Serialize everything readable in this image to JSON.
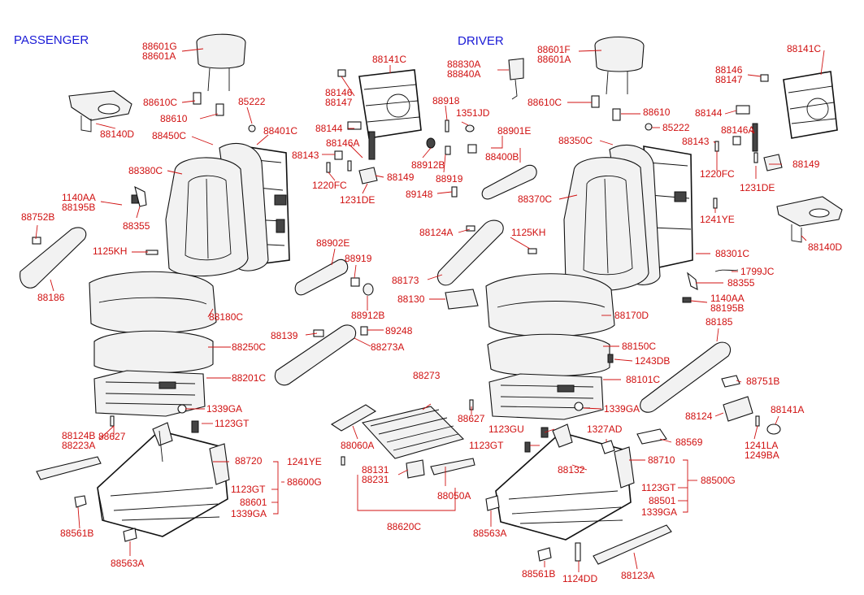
{
  "headers": {
    "passenger": "PASSENGER",
    "driver": "DRIVER"
  },
  "labels": [
    {
      "id": "p-88601g",
      "text": "88601G"
    },
    {
      "id": "p-88601a",
      "text": "88601A"
    },
    {
      "id": "p-88610c",
      "text": "88610C"
    },
    {
      "id": "p-88610",
      "text": "88610"
    },
    {
      "id": "p-85222",
      "text": "85222"
    },
    {
      "id": "p-88140d",
      "text": "88140D"
    },
    {
      "id": "p-88450c",
      "text": "88450C"
    },
    {
      "id": "p-88401c",
      "text": "88401C"
    },
    {
      "id": "p-88380c",
      "text": "88380C"
    },
    {
      "id": "p-1140aa",
      "text": "1140AA"
    },
    {
      "id": "p-88195b",
      "text": "88195B"
    },
    {
      "id": "p-88355",
      "text": "88355"
    },
    {
      "id": "p-88752b",
      "text": "88752B"
    },
    {
      "id": "p-1125kh",
      "text": "1125KH"
    },
    {
      "id": "p-88186",
      "text": "88186"
    },
    {
      "id": "p-88180c",
      "text": "88180C"
    },
    {
      "id": "p-88250c",
      "text": "88250C"
    },
    {
      "id": "p-88201c",
      "text": "88201C"
    },
    {
      "id": "p-1339ga",
      "text": "1339GA"
    },
    {
      "id": "p-1123gt",
      "text": "1123GT"
    },
    {
      "id": "p-88124b",
      "text": "88124B"
    },
    {
      "id": "p-88223a",
      "text": "88223A"
    },
    {
      "id": "p-88627",
      "text": "88627"
    },
    {
      "id": "p-88720",
      "text": "88720"
    },
    {
      "id": "p-1241ye",
      "text": "1241YE"
    },
    {
      "id": "p-88600g",
      "text": "88600G"
    },
    {
      "id": "p-1123gt-b",
      "text": "1123GT"
    },
    {
      "id": "p-88601",
      "text": "88601"
    },
    {
      "id": "p-1339ga-b",
      "text": "1339GA"
    },
    {
      "id": "p-88561b",
      "text": "88561B"
    },
    {
      "id": "p-88563a",
      "text": "88563A"
    },
    {
      "id": "c-88141c",
      "text": "88141C"
    },
    {
      "id": "c-88146",
      "text": "88146"
    },
    {
      "id": "c-88147",
      "text": "88147"
    },
    {
      "id": "c-88144",
      "text": "88144"
    },
    {
      "id": "c-88146a",
      "text": "88146A"
    },
    {
      "id": "c-88143",
      "text": "88143"
    },
    {
      "id": "c-1220fc",
      "text": "1220FC"
    },
    {
      "id": "c-88149",
      "text": "88149"
    },
    {
      "id": "c-1231de",
      "text": "1231DE"
    },
    {
      "id": "c-88830a",
      "text": "88830A"
    },
    {
      "id": "c-88840a",
      "text": "88840A"
    },
    {
      "id": "c-88918",
      "text": "88918"
    },
    {
      "id": "c-1351jd",
      "text": "1351JD"
    },
    {
      "id": "c-88901e",
      "text": "88901E"
    },
    {
      "id": "c-88400b",
      "text": "88400B"
    },
    {
      "id": "c-88912b",
      "text": "88912B"
    },
    {
      "id": "c-88919",
      "text": "88919"
    },
    {
      "id": "c-89148",
      "text": "89148"
    },
    {
      "id": "c-88902e",
      "text": "88902E"
    },
    {
      "id": "c-88919-b",
      "text": "88919"
    },
    {
      "id": "c-88912b-b",
      "text": "88912B"
    },
    {
      "id": "c-88139",
      "text": "88139"
    },
    {
      "id": "c-89248",
      "text": "89248"
    },
    {
      "id": "c-88273a",
      "text": "88273A"
    },
    {
      "id": "c-88124a",
      "text": "88124A"
    },
    {
      "id": "c-1125kh",
      "text": "1125KH"
    },
    {
      "id": "c-88173",
      "text": "88173"
    },
    {
      "id": "c-88130",
      "text": "88130"
    },
    {
      "id": "c-88273",
      "text": "88273"
    },
    {
      "id": "c-88627",
      "text": "88627"
    },
    {
      "id": "c-88060a",
      "text": "88060A"
    },
    {
      "id": "c-88131",
      "text": "88131"
    },
    {
      "id": "c-88231",
      "text": "88231"
    },
    {
      "id": "c-88050a",
      "text": "88050A"
    },
    {
      "id": "c-88620c",
      "text": "88620C"
    },
    {
      "id": "c-1123gu",
      "text": "1123GU"
    },
    {
      "id": "c-1123gt",
      "text": "1123GT"
    },
    {
      "id": "c-88563a",
      "text": "88563A"
    },
    {
      "id": "d-88601f",
      "text": "88601F"
    },
    {
      "id": "d-88601a",
      "text": "88601A"
    },
    {
      "id": "d-88610c",
      "text": "88610C"
    },
    {
      "id": "d-88610",
      "text": "88610"
    },
    {
      "id": "d-88350c",
      "text": "88350C"
    },
    {
      "id": "d-88370c",
      "text": "88370C"
    },
    {
      "id": "d-88141c",
      "text": "88141C"
    },
    {
      "id": "d-88146",
      "text": "88146"
    },
    {
      "id": "d-88147",
      "text": "88147"
    },
    {
      "id": "d-88144",
      "text": "88144"
    },
    {
      "id": "d-85222",
      "text": "85222"
    },
    {
      "id": "d-88146a",
      "text": "88146A"
    },
    {
      "id": "d-88143",
      "text": "88143"
    },
    {
      "id": "d-1220fc",
      "text": "1220FC"
    },
    {
      "id": "d-88149",
      "text": "88149"
    },
    {
      "id": "d-1231de",
      "text": "1231DE"
    },
    {
      "id": "d-1241ye",
      "text": "1241YE"
    },
    {
      "id": "d-88140d",
      "text": "88140D"
    },
    {
      "id": "d-88301c",
      "text": "88301C"
    },
    {
      "id": "d-1799jc",
      "text": "1799JC"
    },
    {
      "id": "d-88355",
      "text": "88355"
    },
    {
      "id": "d-1140aa",
      "text": "1140AA"
    },
    {
      "id": "d-88195b",
      "text": "88195B"
    },
    {
      "id": "d-88170d",
      "text": "88170D"
    },
    {
      "id": "d-88185",
      "text": "88185"
    },
    {
      "id": "d-88150c",
      "text": "88150C"
    },
    {
      "id": "d-1243db",
      "text": "1243DB"
    },
    {
      "id": "d-88101c",
      "text": "88101C"
    },
    {
      "id": "d-88751b",
      "text": "88751B"
    },
    {
      "id": "d-1339ga",
      "text": "1339GA"
    },
    {
      "id": "d-88124",
      "text": "88124"
    },
    {
      "id": "d-88141a",
      "text": "88141A"
    },
    {
      "id": "d-1327ad",
      "text": "1327AD"
    },
    {
      "id": "d-88569",
      "text": "88569"
    },
    {
      "id": "d-1241la",
      "text": "1241LA"
    },
    {
      "id": "d-1249ba",
      "text": "1249BA"
    },
    {
      "id": "d-88132",
      "text": "88132"
    },
    {
      "id": "d-88710",
      "text": "88710"
    },
    {
      "id": "d-88500g",
      "text": "88500G"
    },
    {
      "id": "d-1123gt",
      "text": "1123GT"
    },
    {
      "id": "d-88501",
      "text": "88501"
    },
    {
      "id": "d-1339ga-b",
      "text": "1339GA"
    },
    {
      "id": "d-88561b",
      "text": "88561B"
    },
    {
      "id": "d-1124dd",
      "text": "1124DD"
    },
    {
      "id": "d-88123a",
      "text": "88123A"
    }
  ],
  "colors": {
    "label": "#d01010",
    "header": "#1a1ad6",
    "line": "#d01010",
    "part_outline": "#111111"
  }
}
